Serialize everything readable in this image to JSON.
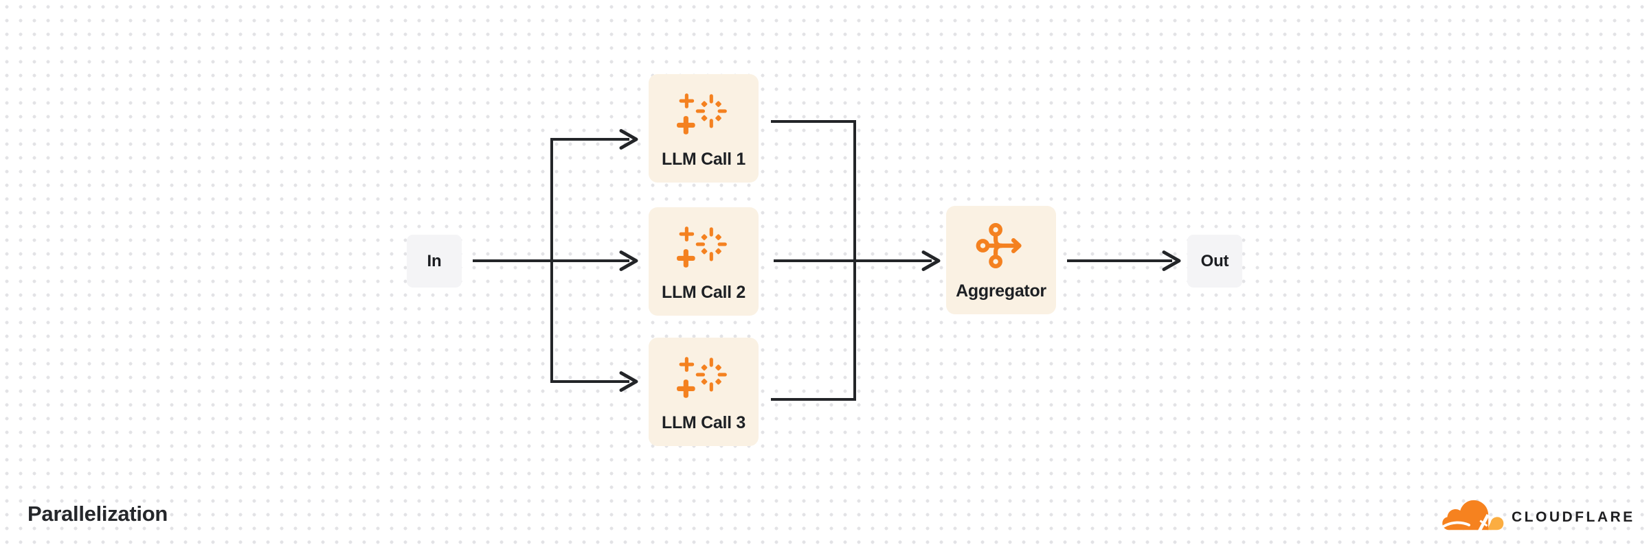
{
  "diagram": {
    "title": "Parallelization",
    "nodes": {
      "input": {
        "label": "In"
      },
      "llm_calls": [
        {
          "label": "LLM Call 1"
        },
        {
          "label": "LLM Call 2"
        },
        {
          "label": "LLM Call 3"
        }
      ],
      "aggregator": {
        "label": "Aggregator"
      },
      "output": {
        "label": "Out"
      }
    },
    "edges": [
      {
        "from": "In",
        "to": "LLM Call 1"
      },
      {
        "from": "In",
        "to": "LLM Call 2"
      },
      {
        "from": "In",
        "to": "LLM Call 3"
      },
      {
        "from": "LLM Call 1",
        "to": "Aggregator"
      },
      {
        "from": "LLM Call 2",
        "to": "Aggregator"
      },
      {
        "from": "LLM Call 3",
        "to": "Aggregator"
      },
      {
        "from": "Aggregator",
        "to": "Out"
      }
    ]
  },
  "icons": {
    "llm_call": "sparkles-burst-icon",
    "aggregator": "merge-arrow-icon",
    "brand": "cloudflare-cloud-icon"
  },
  "brand": {
    "wordmark": "CLOUDFLARE"
  },
  "colors": {
    "accent_orange": "#F48120",
    "cloud_orange": "#F6821F",
    "cloud_light_orange": "#FBAD41",
    "node_cream": "#FAF1E3",
    "node_gray": "#F4F4F6",
    "connector_dark": "#232528",
    "text_dark": "#1D2024",
    "dot_grid": "#E3E3E6"
  }
}
